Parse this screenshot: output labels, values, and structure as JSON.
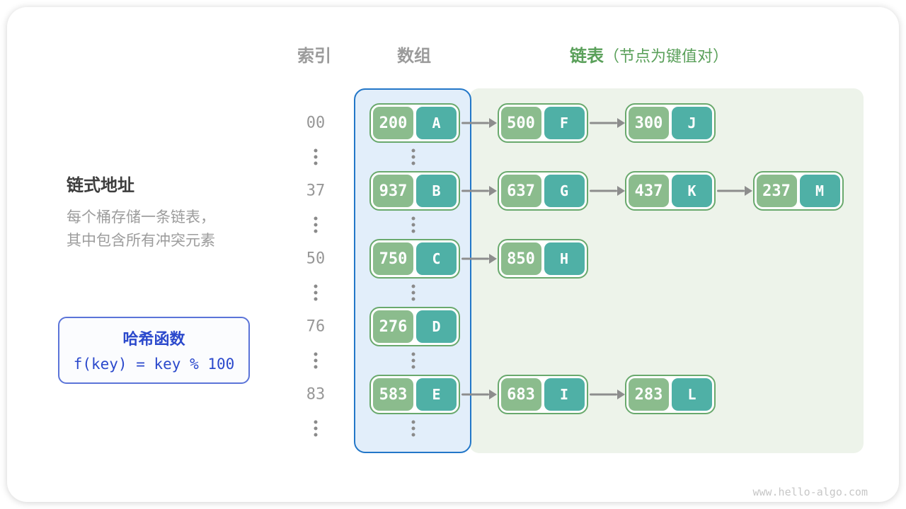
{
  "headers": {
    "index": "索引",
    "array": "数组",
    "list": "链表",
    "list_note": "（节点为键值对）"
  },
  "left_panel": {
    "title": "链式地址",
    "description_lines": [
      "每个桶存储一条链表，",
      "其中包含所有冲突元素"
    ],
    "hash_box": {
      "title": "哈希函数",
      "formula": "f(key) = key % 100"
    }
  },
  "hash_table": {
    "rows": [
      {
        "index": "00",
        "nodes": [
          {
            "key": "200",
            "value": "A"
          },
          {
            "key": "500",
            "value": "F"
          },
          {
            "key": "300",
            "value": "J"
          }
        ]
      },
      {
        "index": "37",
        "nodes": [
          {
            "key": "937",
            "value": "B"
          },
          {
            "key": "637",
            "value": "G"
          },
          {
            "key": "437",
            "value": "K"
          },
          {
            "key": "237",
            "value": "M"
          }
        ]
      },
      {
        "index": "50",
        "nodes": [
          {
            "key": "750",
            "value": "C"
          },
          {
            "key": "850",
            "value": "H"
          }
        ]
      },
      {
        "index": "76",
        "nodes": [
          {
            "key": "276",
            "value": "D"
          }
        ]
      },
      {
        "index": "83",
        "nodes": [
          {
            "key": "583",
            "value": "E"
          },
          {
            "key": "683",
            "value": "I"
          },
          {
            "key": "283",
            "value": "L"
          }
        ]
      }
    ]
  },
  "watermark": "www.hello-algo.com",
  "colors": {
    "node-key-bg": "#8bbc8d",
    "node-value-bg": "#4fb0a6",
    "node-border": "#69a96d",
    "array-bg": "#e2eefa",
    "array-border": "#2377c8",
    "list-bg": "#edf3ea",
    "arrow": "#8d8d8d",
    "header-green": "#5aa05a",
    "hash-blue": "#2b49cc",
    "hash-border": "#5b74d8"
  }
}
